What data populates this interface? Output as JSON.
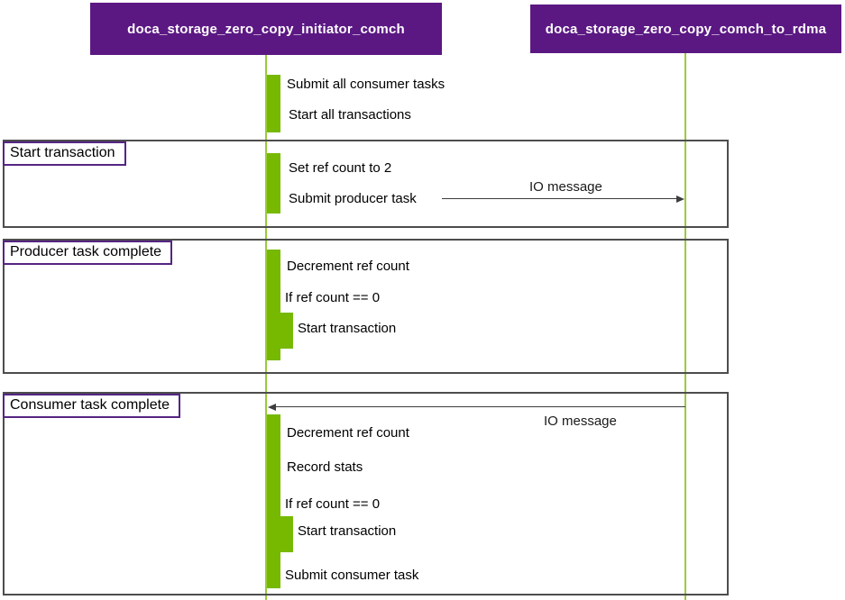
{
  "participants": {
    "left": "doca_storage_zero_copy_initiator_comch",
    "right": "doca_storage_zero_copy_comch_to_rdma"
  },
  "top_block": {
    "submit_all_consumer_tasks": "Submit all consumer tasks",
    "start_all_transactions": "Start all transactions"
  },
  "frames": {
    "frame1_title": "Start transaction",
    "frame2_title": "Producer task complete",
    "frame3_title": "Consumer task complete"
  },
  "messages": {
    "set_ref_count": "Set ref count to 2",
    "submit_producer_task": "Submit producer task",
    "io_message_1": "IO message",
    "decrement_ref_count_1": "Decrement ref count",
    "if_ref_count_1": "If ref count == 0",
    "start_transaction_1": "Start transaction",
    "io_message_2": "IO message",
    "decrement_ref_count_2": "Decrement ref count",
    "record_stats": "Record stats",
    "if_ref_count_2": "If ref count == 0",
    "start_transaction_2": "Start transaction",
    "submit_consumer_task": "Submit consumer task"
  },
  "colors": {
    "participant_purple": "#5B1883",
    "frame_label_border_purple": "#552583",
    "activation_green": "#76B900",
    "lifeline_green": "#9ACA3C",
    "frame_border_gray": "#4D4D4D",
    "arrow_gray": "#3D3D3D"
  }
}
